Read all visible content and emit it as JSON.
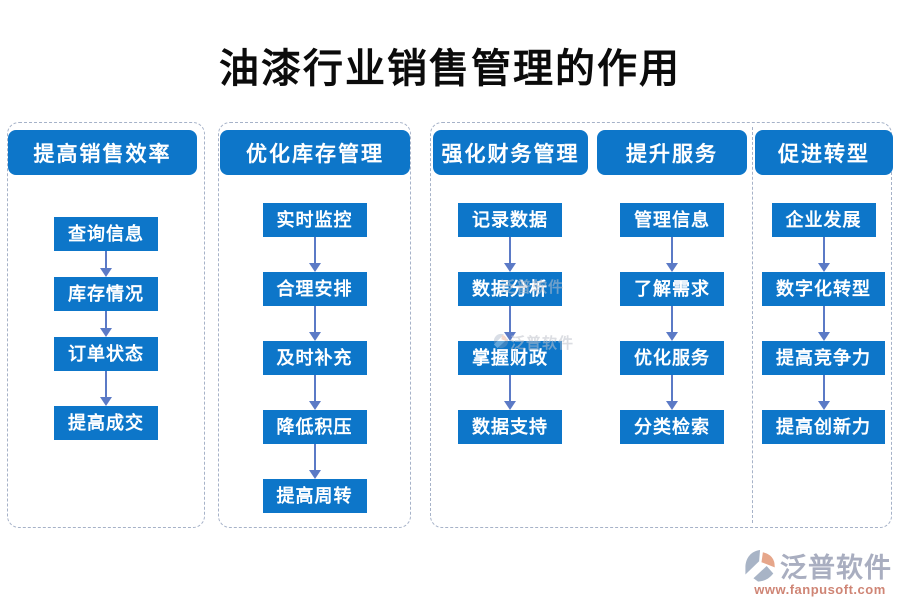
{
  "title": "油漆行业销售管理的作用",
  "columns": [
    {
      "header": "提高销售效率",
      "items": [
        "查询信息",
        "库存情况",
        "订单状态",
        "提高成交"
      ]
    },
    {
      "header": "优化库存管理",
      "items": [
        "实时监控",
        "合理安排",
        "及时补充",
        "降低积压",
        "提高周转"
      ]
    },
    {
      "header": "强化财务管理",
      "items": [
        "记录数据",
        "数据分析",
        "掌握财政",
        "数据支持"
      ]
    },
    {
      "header": "提升服务",
      "items": [
        "管理信息",
        "了解需求",
        "优化服务",
        "分类检索"
      ]
    },
    {
      "header": "促进转型",
      "items": [
        "企业发展",
        "数字化转型",
        "提高竞争力",
        "提高创新力"
      ]
    }
  ],
  "watermark": "泛普软件",
  "branding": {
    "name": "泛普软件",
    "url": "www.fanpusoft.com",
    "logo_icon": "fanpu-logo"
  },
  "colors": {
    "box_blue": "#0d76c9",
    "arrow_blue": "#5b7ac6",
    "dashed_border": "#a6b2c8",
    "brand_name_text": "#a9aec0",
    "brand_url_text": "#cf8575",
    "logo_gray": "#93a2b8",
    "logo_orange": "#e0906e"
  }
}
